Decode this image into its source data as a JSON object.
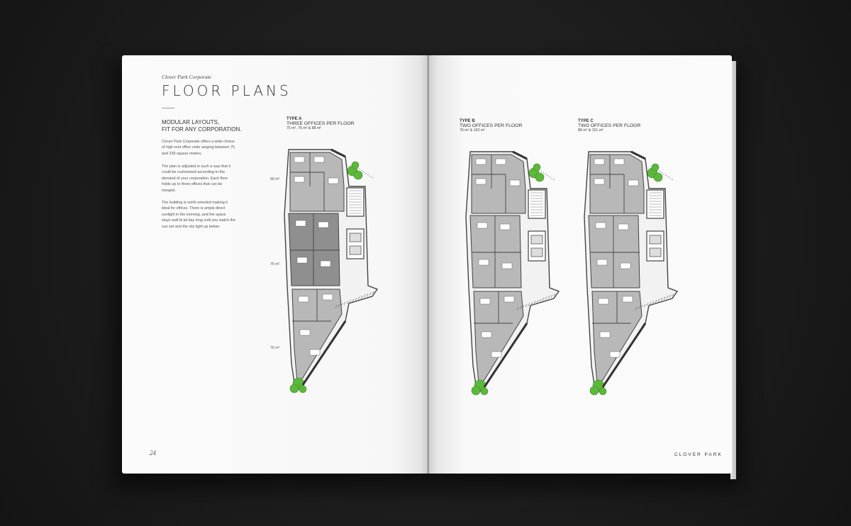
{
  "left_page": {
    "brand": "Clover Park Corporate",
    "title": "FLOOR PLANS",
    "intro_heading_line1": "MODULAR LAYOUTS,",
    "intro_heading_line2": "FIT FOR ANY CORPORATION.",
    "paragraph1": "Clover Park Corporate offers a wide choice of high-end office units ranging between 75 and 239 square meters.",
    "paragraph2": "The plan is adjusted in such a way that it could be customised according to the demand of your corporation. Each floor holds up to three offices that can be merged.",
    "paragraph3": "The building is north-oriented making it ideal for offices. There is ample direct sunlight in the evening, and the space stays well-lit all day long until you watch the sun set and the city light up below.",
    "page_number": "24"
  },
  "plans": [
    {
      "kicker": "TYPE A",
      "name": "THREE OFFICES PER FLOOR",
      "sizes": "75 m², 76 m² & 88 m²",
      "area_labels": [
        "80 m²",
        "75 m²",
        "76 m²"
      ]
    },
    {
      "kicker": "TYPE B",
      "name": "TWO OFFICES PER FLOOR",
      "sizes": "76 m² & 163 m²",
      "area_labels": []
    },
    {
      "kicker": "TYPE C",
      "name": "TWO OFFICES PER FLOOR",
      "sizes": "88 m² & 151 m²",
      "area_labels": []
    }
  ],
  "right_page": {
    "footer": "CLOVER PARK"
  },
  "colors": {
    "background": "#1e1e1e",
    "paper": "#fbfbfb",
    "room_fill": "#b8b8b8",
    "room_dark": "#8f8f8f",
    "wall": "#444444",
    "tree": "#5cb83c"
  }
}
